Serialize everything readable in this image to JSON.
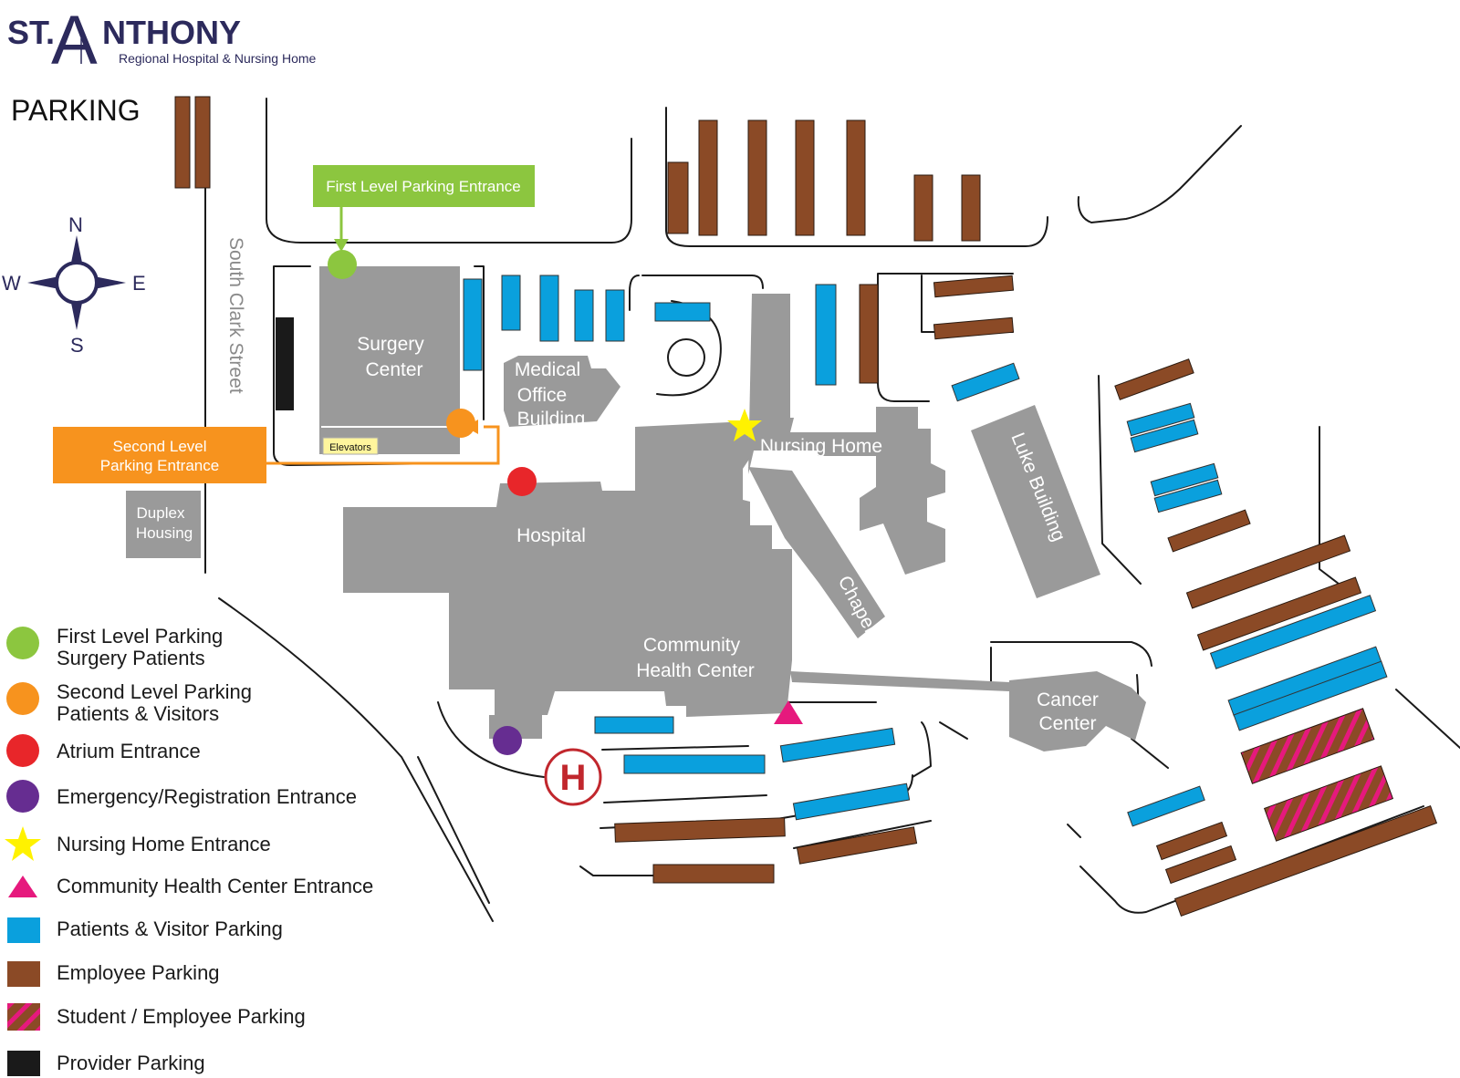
{
  "logo": {
    "name_prefix": "ST.",
    "name_initial": "A",
    "name_rest": "NTHONY",
    "subtitle": "Regional Hospital & Nursing Home"
  },
  "page_title": "PARKING",
  "compass": {
    "n": "N",
    "e": "E",
    "s": "S",
    "w": "W"
  },
  "street": "South Clark Street",
  "callouts": {
    "first_level": "First Level Parking Entrance",
    "second_level_line1": "Second Level",
    "second_level_line2": "Parking Entrance",
    "elevators": "Elevators"
  },
  "buildings": {
    "surgery_line1": "Surgery",
    "surgery_line2": "Center",
    "mob_line1": "Medical",
    "mob_line2": "Office",
    "mob_line3": "Building",
    "nursing_home": "Nursing Home",
    "hospital": "Hospital",
    "chc_line1": "Community",
    "chc_line2": "Health Center",
    "chapel": "Chapel",
    "luke": "Luke Building",
    "cancer_line1": "Cancer",
    "cancer_line2": "Center",
    "duplex_line1": "Duplex",
    "duplex_line2": "Housing",
    "helipad": "H"
  },
  "legend": [
    {
      "line1": "First Level Parking",
      "line2": "Surgery Patients"
    },
    {
      "line1": "Second Level Parking",
      "line2": "Patients & Visitors"
    },
    {
      "line1": "Atrium Entrance"
    },
    {
      "line1": "Emergency/Registration Entrance"
    },
    {
      "line1": "Nursing Home Entrance"
    },
    {
      "line1": "Community Health Center Entrance"
    },
    {
      "line1": "Patients & Visitor Parking"
    },
    {
      "line1": "Employee Parking"
    },
    {
      "line1": "Student / Employee Parking"
    },
    {
      "line1": "Provider Parking"
    }
  ],
  "colors": {
    "navy": "#2c2a5c",
    "green": "#8cc63f",
    "orange": "#f7931e",
    "red": "#e8262a",
    "purple": "#662d91",
    "yellow": "#fff200",
    "pink": "#e6197d",
    "blue": "#0aa0dd",
    "brown": "#8b4a26",
    "building_gray": "#9a9a9a",
    "provider_black": "#1a1a1a"
  }
}
